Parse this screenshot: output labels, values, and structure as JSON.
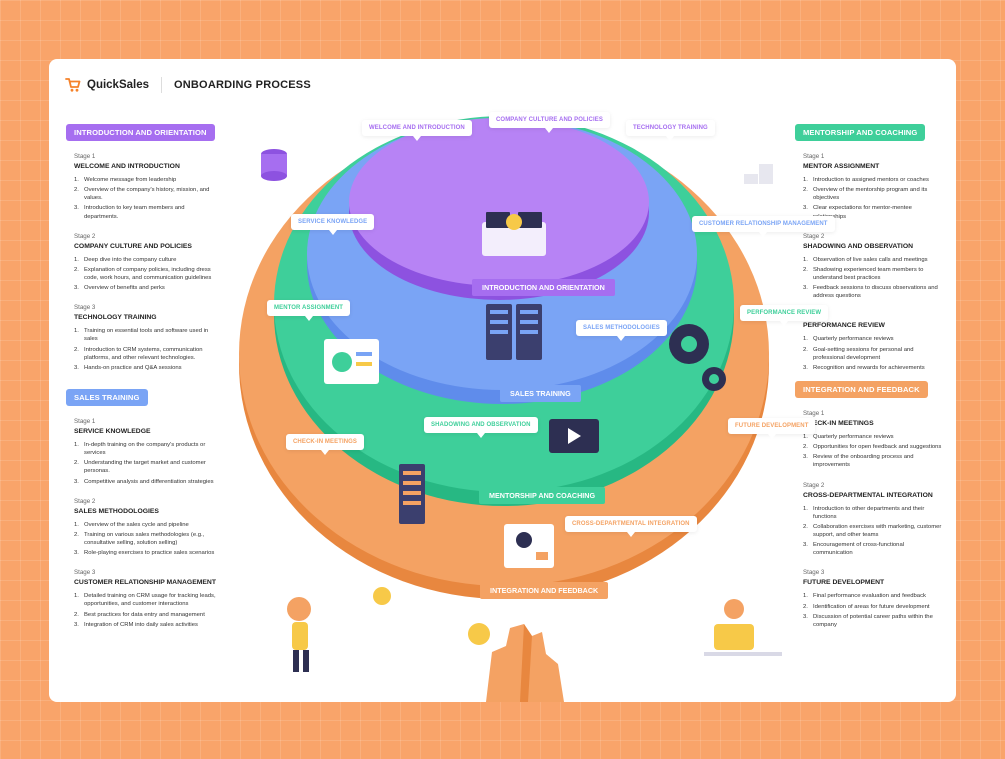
{
  "header": {
    "brand": "QuickSales",
    "title": "ONBOARDING PROCESS"
  },
  "colors": {
    "purple": "#a66ef0",
    "blue": "#7aa4f5",
    "green": "#3ecf9a",
    "orange": "#f4a263",
    "background": "#f9a46a"
  },
  "left_sections": [
    {
      "title": "INTRODUCTION AND ORIENTATION",
      "stages": [
        {
          "num": "Stage 1",
          "title": "WELCOME AND INTRODUCTION",
          "items": [
            "Welcome message from leadership",
            "Overview of the company's history, mission, and values.",
            "Introduction to key team members and departments."
          ]
        },
        {
          "num": "Stage 2",
          "title": "COMPANY CULTURE AND POLICIES",
          "items": [
            "Deep dive into the company culture",
            "Explanation of company policies, including dress code, work hours, and communication guidelines",
            "Overview of benefits and perks"
          ]
        },
        {
          "num": "Stage 3",
          "title": "TECHNOLOGY TRAINING",
          "items": [
            "Training on essential tools and software used in sales",
            "Introduction to CRM systems, communication platforms, and other relevant technologies.",
            "Hands-on practice and Q&A sessions"
          ]
        }
      ]
    },
    {
      "title": "SALES TRAINING",
      "stages": [
        {
          "num": "Stage 1",
          "title": "SERVICE KNOWLEDGE",
          "items": [
            "In-depth training on the company's products or services",
            "Understanding the target market and customer personas.",
            "Competitive analysis and differentiation strategies"
          ]
        },
        {
          "num": "Stage 2",
          "title": "SALES METHODOLOGIES",
          "items": [
            "Overview of the sales cycle and pipeline",
            "Training on various sales methodologies (e.g., consultative selling, solution selling)",
            "Role-playing exercises to practice sales scenarios"
          ]
        },
        {
          "num": "Stage 3",
          "title": "CUSTOMER RELATIONSHIP MANAGEMENT",
          "items": [
            "Detailed training on CRM usage for tracking leads, opportunities, and customer interactions",
            "Best practices for data entry and management",
            "Integration of CRM into daily sales activities"
          ]
        }
      ]
    }
  ],
  "right_sections": [
    {
      "title": "MENTORSHIP AND COACHING",
      "stages": [
        {
          "num": "Stage 1",
          "title": "MENTOR ASSIGNMENT",
          "items": [
            "Introduction to assigned mentors or coaches",
            "Overview of the mentorship program and its objectives",
            "Clear expectations for mentor-mentee relationships"
          ]
        },
        {
          "num": "Stage 2",
          "title": "SHADOWING AND OBSERVATION",
          "items": [
            "Observation of live sales calls and meetings",
            "Shadowing experienced team members to understand best practices",
            "Feedback sessions to discuss observations and address questions"
          ]
        },
        {
          "num": "Stage 3",
          "title": "PERFORMANCE REVIEW",
          "items": [
            "Quarterly performance reviews",
            "Goal-setting sessions for personal and professional development",
            "Recognition and rewards for achievements"
          ]
        }
      ]
    },
    {
      "title": "INTEGRATION AND FEEDBACK",
      "stages": [
        {
          "num": "Stage 1",
          "title": "CHECK-IN MEETINGS",
          "items": [
            "Quarterly performance reviews",
            "Opportunities for open feedback and suggestions",
            "Review of the onboarding process and improvements"
          ]
        },
        {
          "num": "Stage 2",
          "title": "CROSS-DEPARTMENTAL INTEGRATION",
          "items": [
            "Introduction to other departments and their functions",
            "Collaboration exercises with marketing, customer support, and other teams",
            "Encouragement of cross-functional communication"
          ]
        },
        {
          "num": "Stage 3",
          "title": "FUTURE DEVELOPMENT",
          "items": [
            "Final performance evaluation and feedback",
            "Identification of areas for future development",
            "Discussion of potential career paths within the company"
          ]
        }
      ]
    }
  ],
  "diagram": {
    "band_labels": [
      "INTRODUCTION AND ORIENTATION",
      "SALES TRAINING",
      "MENTORSHIP AND COACHING",
      "INTEGRATION AND FEEDBACK"
    ],
    "tags": [
      "WELCOME AND INTRODUCTION",
      "COMPANY CULTURE AND POLICIES",
      "TECHNOLOGY TRAINING",
      "SERVICE KNOWLEDGE",
      "CUSTOMER RELATIONSHIP MANAGEMENT",
      "MENTOR ASSIGNMENT",
      "SALES METHODOLOGIES",
      "PERFORMANCE REVIEW",
      "SHADOWING AND OBSERVATION",
      "CHECK-IN MEETINGS",
      "FUTURE DEVELOPMENT",
      "CROSS-DEPARTMENTAL INTEGRATION"
    ]
  }
}
